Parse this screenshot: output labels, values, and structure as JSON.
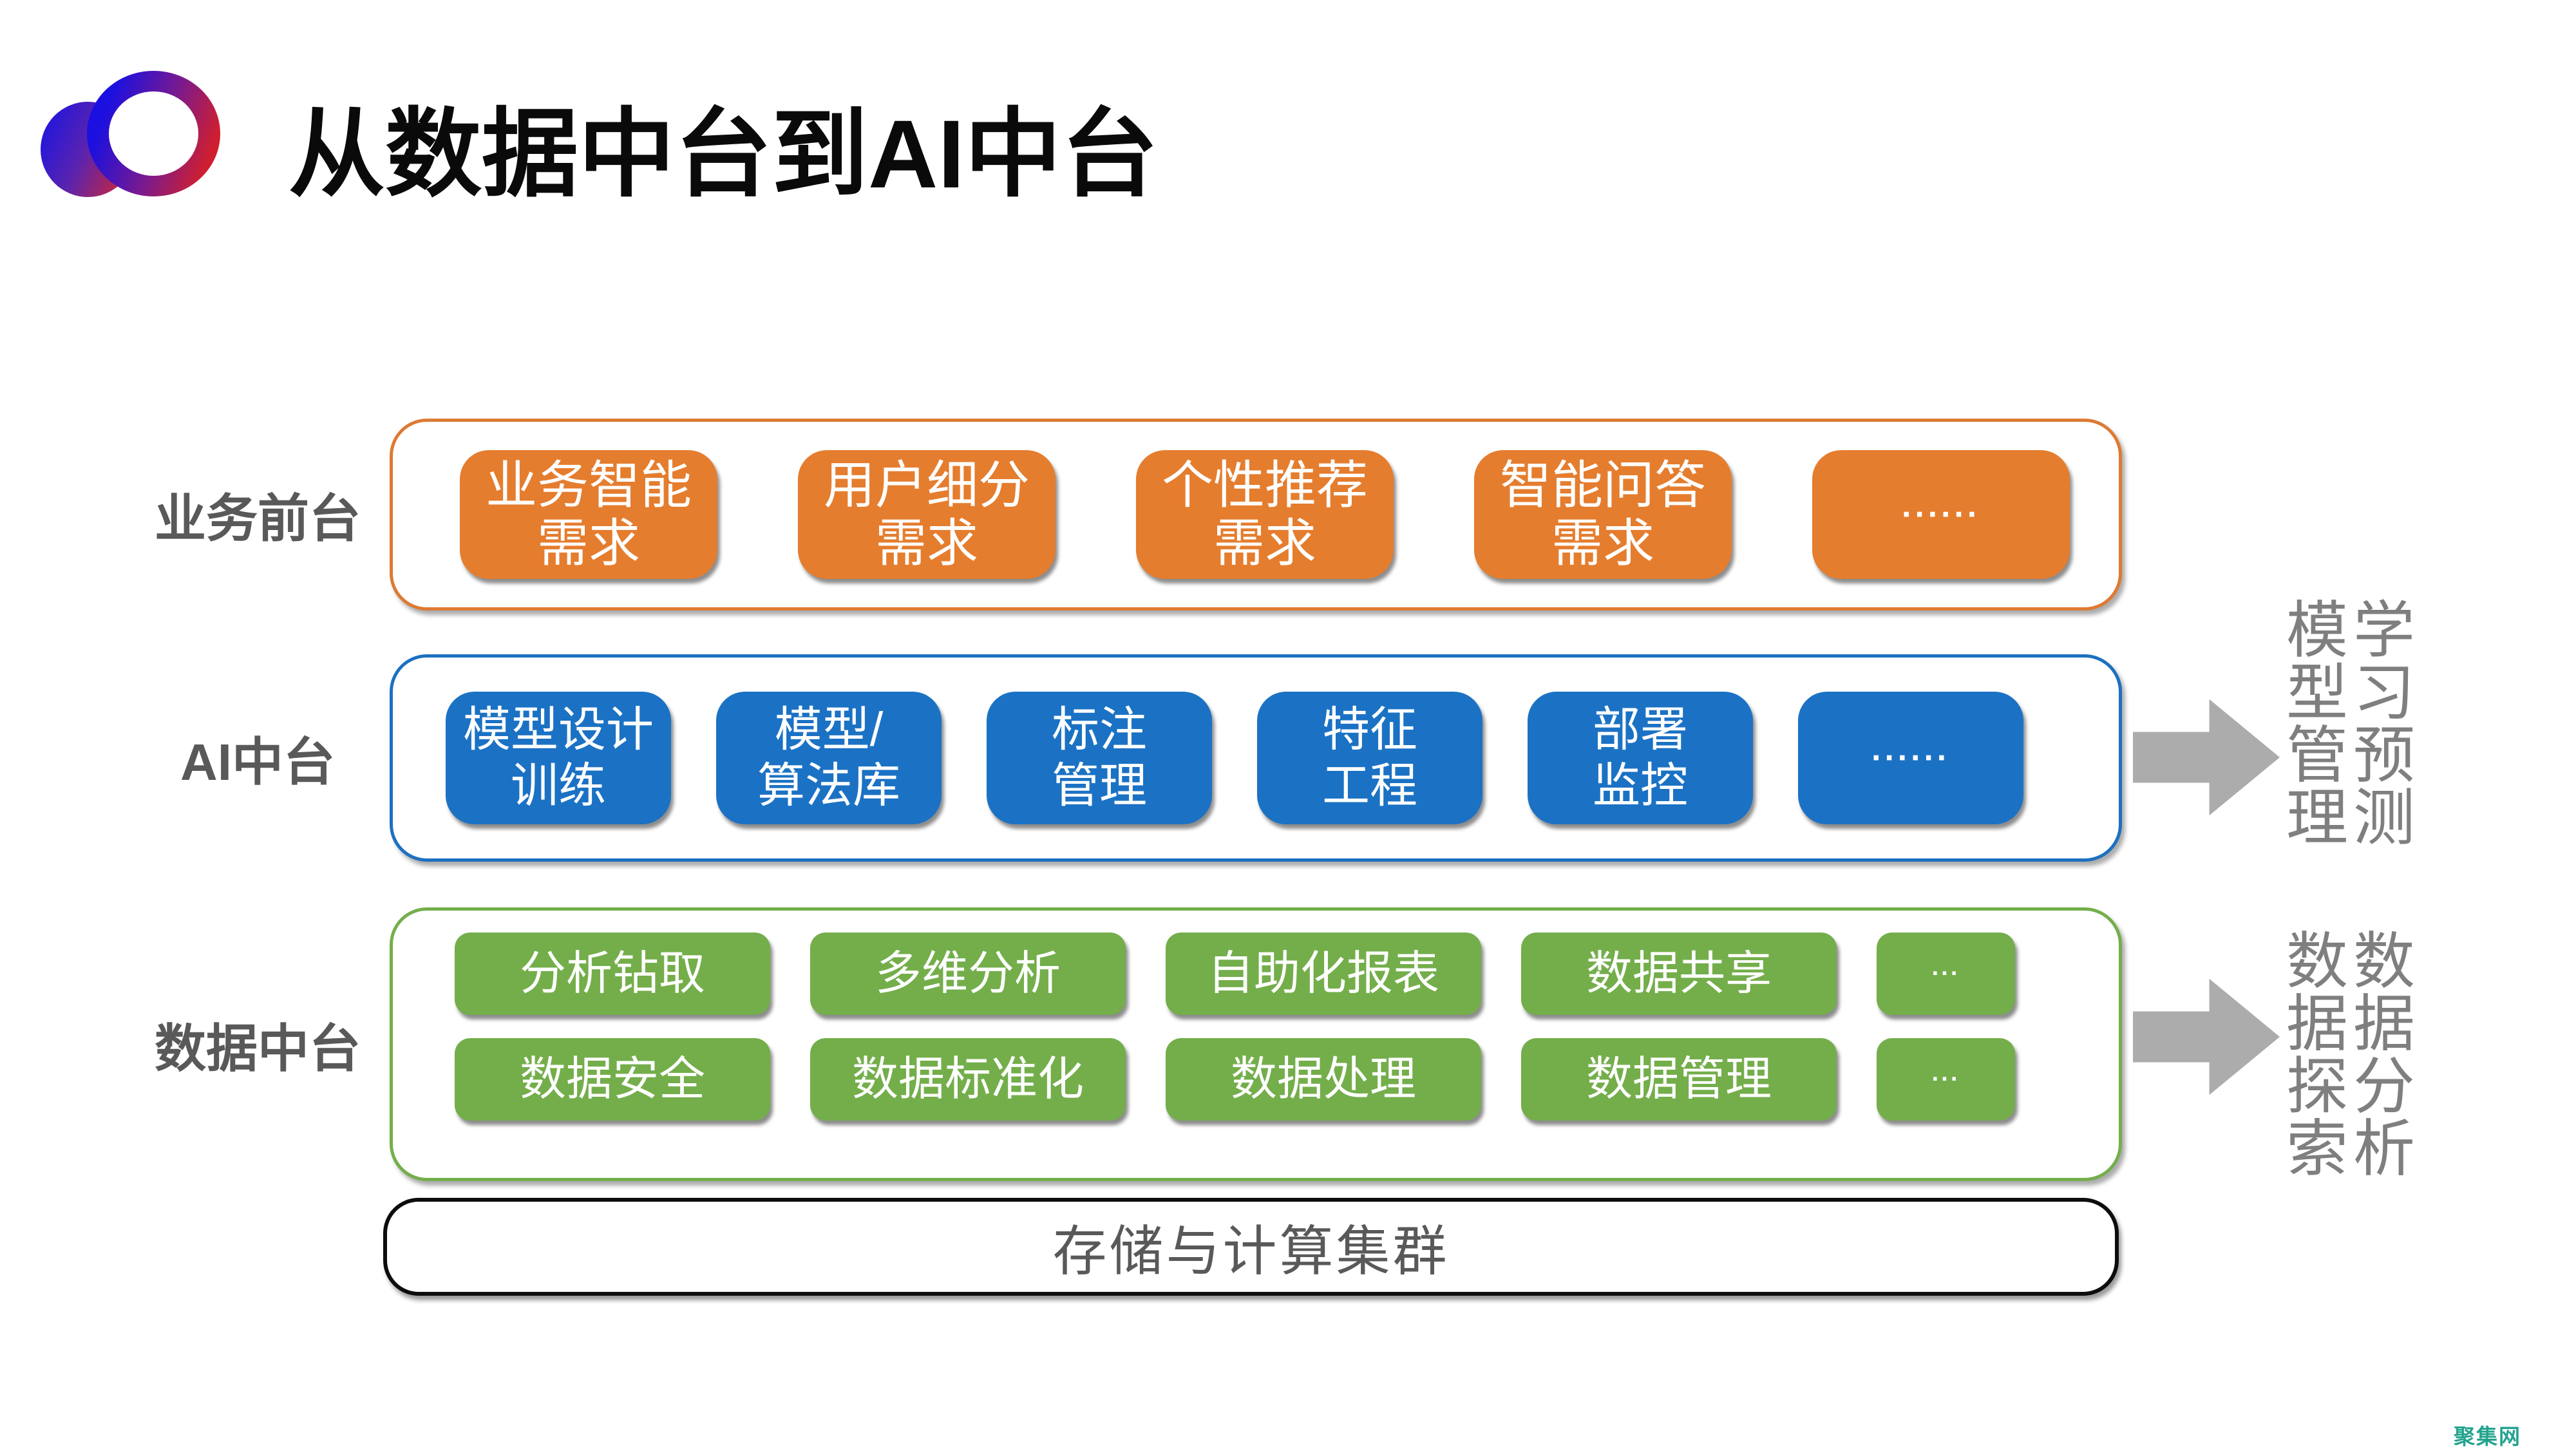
{
  "header": {
    "title": "从数据中台到AI中台"
  },
  "layers": {
    "front": {
      "label": "业务前台",
      "boxes": [
        "业务智能\n需求",
        "用户细分\n需求",
        "个性推荐\n需求",
        "智能问答\n需求",
        "······"
      ]
    },
    "ai": {
      "label": "AI中台",
      "boxes": [
        "模型设计\n训练",
        "模型/\n算法库",
        "标注\n管理",
        "特征\n工程",
        "部署\n监控",
        "······"
      ]
    },
    "data": {
      "label": "数据中台",
      "row1": [
        "分析钻取",
        "多维分析",
        "自助化报表",
        "数据共享",
        "···"
      ],
      "row2": [
        "数据安全",
        "数据标准化",
        "数据处理",
        "数据管理",
        "···"
      ]
    },
    "storage": {
      "label": "存储与计算集群"
    }
  },
  "annotations": {
    "ai_right": {
      "col1": "模型管理",
      "col2": "学习预测"
    },
    "data_right": {
      "col1": "数据探索",
      "col2": "数据分析"
    }
  },
  "watermark": "聚集网",
  "colors": {
    "orange": "#e57d2e",
    "blue": "#1b72c4",
    "green": "#74ae4b",
    "label_gray": "#595959",
    "annotation_gray": "#7f7f7f",
    "arrow_gray": "#acacac",
    "storage_text_gray": "#595959",
    "watermark_teal": "#23a38e"
  }
}
